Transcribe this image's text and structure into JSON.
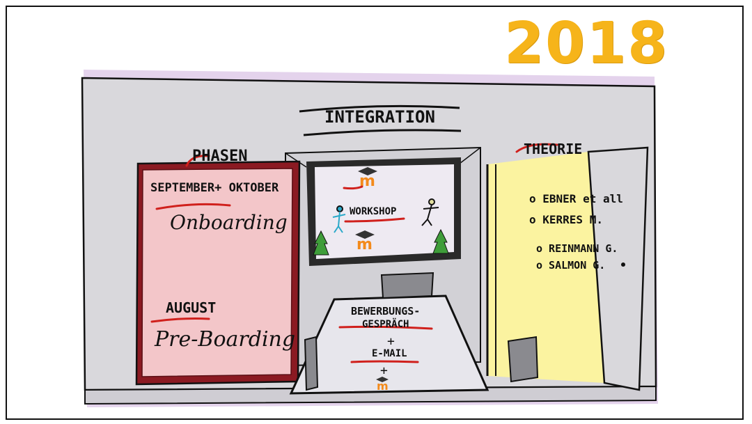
{
  "year": "2018",
  "center": {
    "heading": "INTEGRATION",
    "board_label": "WORKSHOP"
  },
  "phases": {
    "heading": "PHASEN",
    "phase1_months": "SEPTEMBER+ OKTOBER",
    "phase1_name": "Onboarding",
    "phase2_month": "AUGUST",
    "phase2_name": "Pre-Boarding"
  },
  "theory": {
    "heading": "THEORIE",
    "authors": [
      "o EBNER et all",
      "o KERRES M.",
      "o REINMANN G.",
      "o SALMON G."
    ]
  },
  "table": {
    "line1": "BEWERBUNGS-",
    "line2": "GESPRÄCH",
    "plus1": "+",
    "line3": "E-MAIL",
    "plus2": "+"
  },
  "icons": [
    "moodle-logo-icon",
    "person-icon",
    "tree-icon",
    "chair-icon",
    "door-icon"
  ],
  "colors": {
    "year": "#f6b41a",
    "wall": "#d8d7db",
    "pink_panel": "#f3c6c9",
    "dark_red": "#8b1a22",
    "yellow_light": "#fbf3a0",
    "accent_red": "#d0201c",
    "moodle_orange": "#f38a1b"
  }
}
